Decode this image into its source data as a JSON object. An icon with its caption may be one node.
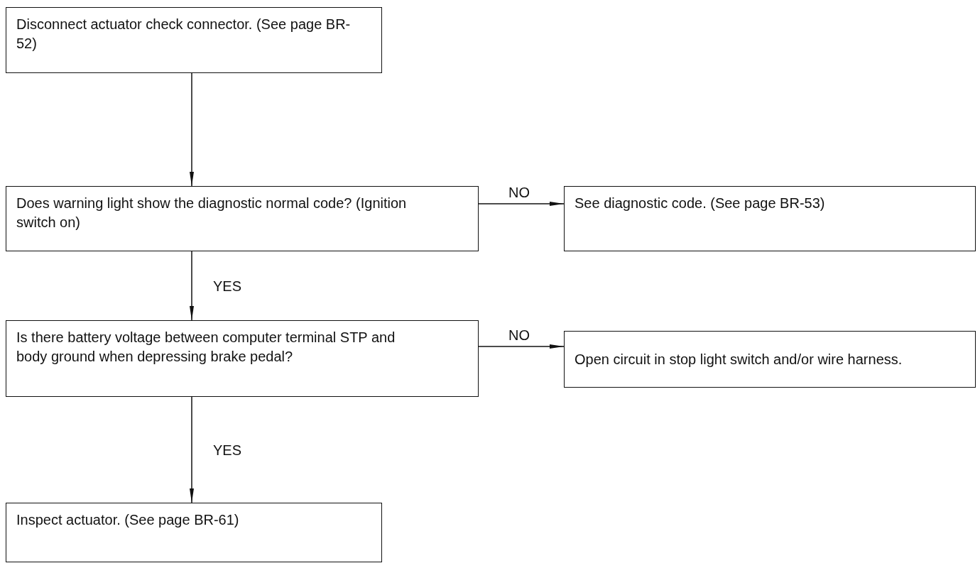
{
  "diagram": {
    "nodes": [
      {
        "text": [
          "Disconnect actuator check connector. (See page BR-52)"
        ]
      },
      {
        "text": [
          "Does warning light show the diagnostic normal code? (Ignition switch on)"
        ]
      },
      {
        "text": [
          "See diagnostic code. (See page BR-53)"
        ]
      },
      {
        "text": [
          "Is there battery voltage between computer terminal STP and body ground when depressing brake pedal?"
        ]
      },
      {
        "text": [
          "Open circuit in stop light switch and/or wire harness."
        ]
      },
      {
        "text": [
          "Inspect actuator. (See page BR-61)"
        ]
      }
    ],
    "edges": [
      {
        "from": 0,
        "to": 1,
        "arrow": "to"
      },
      {
        "from": 1,
        "to": 2,
        "arrow": "to",
        "label": "NO"
      },
      {
        "from": 1,
        "to": 3,
        "arrow": "to",
        "label": "YES"
      },
      {
        "from": 3,
        "to": 4,
        "arrow": "to",
        "label": "NO"
      },
      {
        "from": 3,
        "to": 5,
        "arrow": "to",
        "label": "YES"
      }
    ]
  }
}
